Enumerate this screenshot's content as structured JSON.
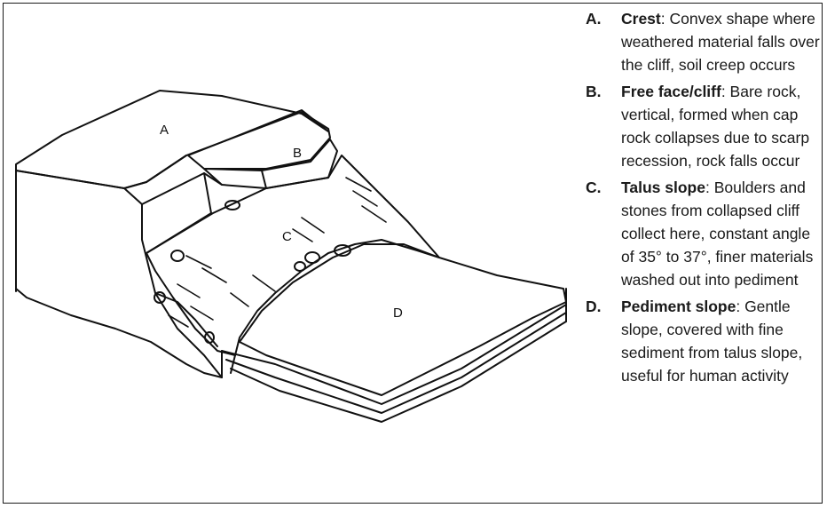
{
  "diagram": {
    "labels": {
      "a": "A",
      "b": "B",
      "c": "C",
      "d": "D"
    }
  },
  "legend": {
    "items": [
      {
        "key": "A.",
        "term": "Crest",
        "desc": ": Convex shape where weathered material falls over the cliff, soil creep occurs"
      },
      {
        "key": "B.",
        "term": "Free face/cliff",
        "desc": ": Bare rock, vertical, formed when cap rock collapses due to scarp recession, rock falls occur"
      },
      {
        "key": "C.",
        "term": "Talus slope",
        "desc": ": Boulders and stones from collapsed cliff collect here, constant angle of 35° to 37°, finer materials washed out into pediment"
      },
      {
        "key": "D.",
        "term": "Pediment slope",
        "desc": ": Gentle slope, covered with fine sediment from talus slope, useful for human activity"
      }
    ]
  }
}
